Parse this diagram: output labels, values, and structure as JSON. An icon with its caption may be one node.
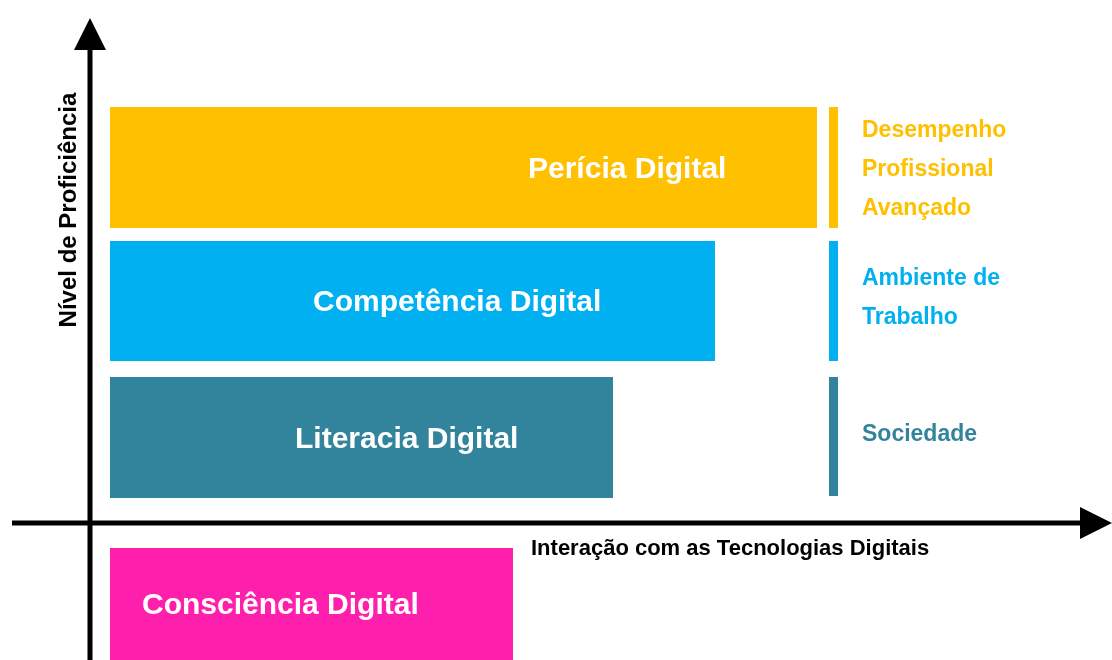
{
  "diagram": {
    "nodes": [
      {
        "text": [
          "Perícia Digital"
        ]
      },
      {
        "text": [
          "Competência Digital"
        ]
      },
      {
        "text": [
          "Literacia Digital"
        ]
      },
      {
        "text": [
          "Consciência Digital"
        ]
      }
    ],
    "edges": [],
    "labels": [
      "Nível de Proficiência",
      "Desempenho Profissional Avançado",
      "Ambiente de Trabalho",
      "Sociedade",
      "Interação com as Tecnologias Digitais"
    ]
  }
}
